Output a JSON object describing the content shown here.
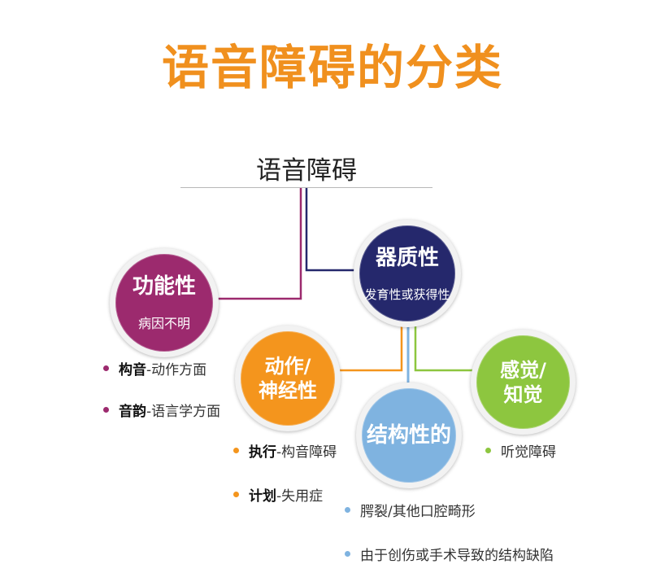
{
  "title": "语音障碍的分类",
  "root": "语音障碍",
  "colors": {
    "title": "#f0901e",
    "functional": "#9c2a6e",
    "organic": "#25286c",
    "motor": "#f4951d",
    "perceptual": "#8dc63f",
    "structural": "#7fb3e0"
  },
  "nodes": {
    "organic": {
      "title": "器质性",
      "sub": "发育性或获得性"
    },
    "functional": {
      "title": "功能性",
      "sub": "病因不明"
    },
    "motor": {
      "title_line1": "动作/",
      "title_line2": "神经性"
    },
    "perceptual": {
      "title_line1": "感觉/",
      "title_line2": "知觉"
    },
    "structural": {
      "title": "结构性的"
    }
  },
  "bullets": {
    "functional": [
      {
        "term": "构音",
        "desc": "-动作方面"
      },
      {
        "term": "音韵",
        "desc": "-语言学方面"
      }
    ],
    "motor": [
      {
        "term": "执行",
        "desc": "-构音障碍"
      },
      {
        "term": "计划",
        "desc": "-失用症"
      }
    ],
    "perceptual": [
      {
        "desc": "听觉障碍"
      }
    ],
    "structural": [
      {
        "desc": "腭裂/其他口腔畸形"
      },
      {
        "desc": "由于创伤或手术导致的结构缺陷"
      }
    ]
  }
}
